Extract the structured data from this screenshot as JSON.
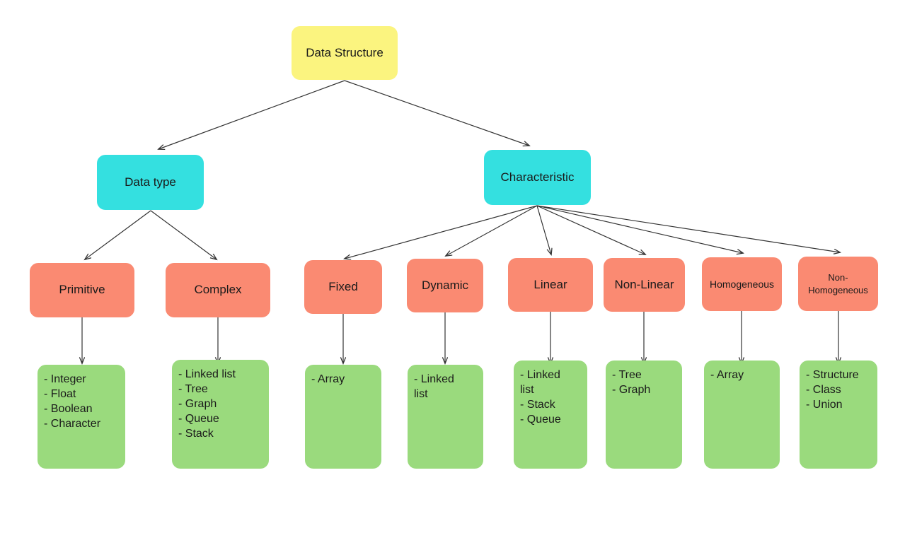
{
  "diagram": {
    "title": "Data Structure classification tree",
    "type": "tree",
    "colors": {
      "root": "#fbf47f",
      "level2": "#34e0e0",
      "level3": "#fa8a72",
      "leaf": "#9ada7d",
      "edge": "#333333",
      "text": "#1a1a1a",
      "background": "#ffffff"
    },
    "nodes": {
      "root": {
        "label": "Data Structure"
      },
      "level2": [
        {
          "id": "data-type",
          "label": "Data type"
        },
        {
          "id": "characteristic",
          "label": "Characteristic"
        }
      ],
      "level3": [
        {
          "id": "primitive",
          "label": "Primitive"
        },
        {
          "id": "complex",
          "label": "Complex"
        },
        {
          "id": "fixed",
          "label": "Fixed"
        },
        {
          "id": "dynamic",
          "label": "Dynamic"
        },
        {
          "id": "linear",
          "label": "Linear"
        },
        {
          "id": "non-linear",
          "label": "Non-Linear"
        },
        {
          "id": "homogeneous",
          "label": "Homogeneous"
        },
        {
          "id": "non-homogeneous",
          "label": "Non-\nHomogeneous"
        }
      ],
      "leaves": [
        {
          "id": "primitive-items",
          "label": "- Integer\n- Float\n- Boolean\n- Character"
        },
        {
          "id": "complex-items",
          "label": "- Linked list\n- Tree\n- Graph\n- Queue\n- Stack"
        },
        {
          "id": "fixed-items",
          "label": "- Array"
        },
        {
          "id": "dynamic-items",
          "label": "- Linked\nlist"
        },
        {
          "id": "linear-items",
          "label": "- Linked\nlist\n- Stack\n- Queue"
        },
        {
          "id": "non-linear-items",
          "label": "- Tree\n- Graph"
        },
        {
          "id": "homogeneous-items",
          "label": "- Array"
        },
        {
          "id": "non-homogeneous-items",
          "label": "- Structure\n- Class\n- Union"
        }
      ]
    }
  }
}
